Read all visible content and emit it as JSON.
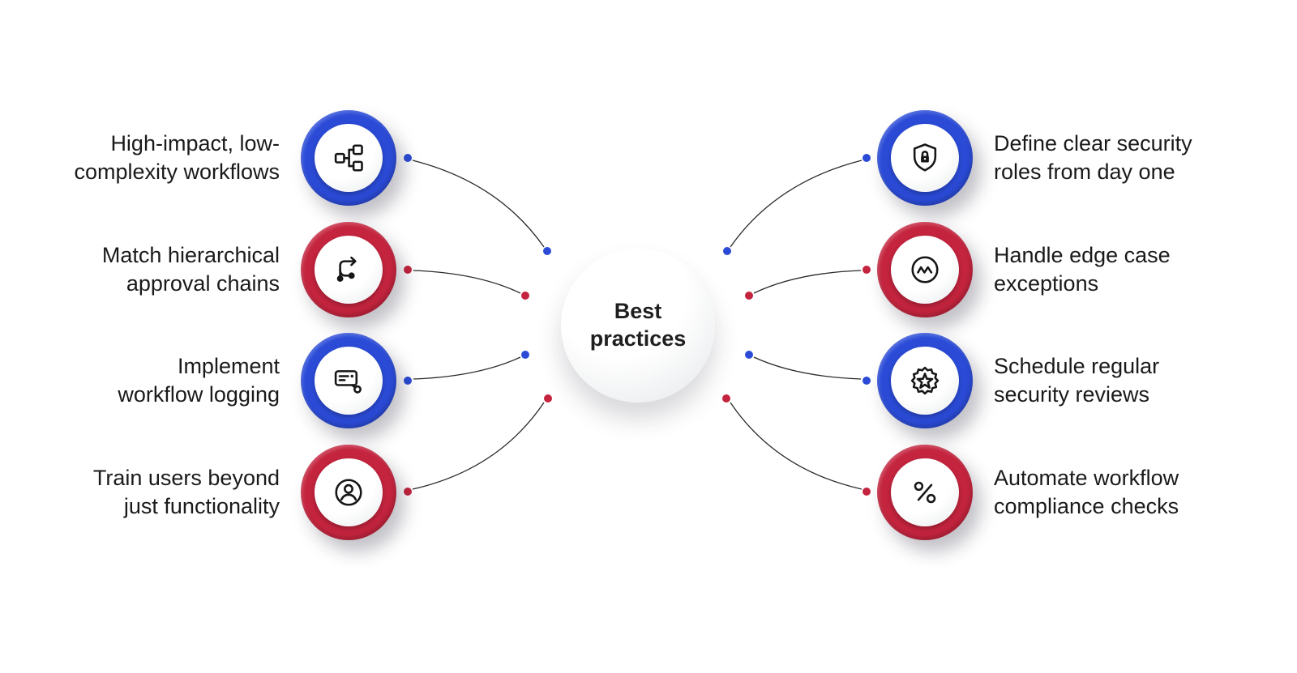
{
  "center": {
    "label": "Best practices"
  },
  "colors": {
    "blue": "#2b4bd7",
    "red": "#c4243e",
    "text": "#1a1a1a",
    "line": "#2a2a2a",
    "background": "#ffffff"
  },
  "left_items": [
    {
      "label": "High-impact, low-\ncomplexity workflows",
      "color": "blue",
      "icon": "workflow-icon"
    },
    {
      "label": "Match hierarchical\napproval chains",
      "color": "red",
      "icon": "branch-icon"
    },
    {
      "label": "Implement\nworkflow logging",
      "color": "blue",
      "icon": "logging-icon"
    },
    {
      "label": "Train users beyond\njust functionality",
      "color": "red",
      "icon": "user-icon"
    }
  ],
  "right_items": [
    {
      "label": "Define clear security\nroles from day one",
      "color": "blue",
      "icon": "shield-lock-icon"
    },
    {
      "label": "Handle edge case\nexceptions",
      "color": "red",
      "icon": "zigzag-circle-icon"
    },
    {
      "label": "Schedule regular\nsecurity reviews",
      "color": "blue",
      "icon": "star-badge-icon"
    },
    {
      "label": "Automate workflow\ncompliance checks",
      "color": "red",
      "icon": "percent-automation-icon"
    }
  ]
}
